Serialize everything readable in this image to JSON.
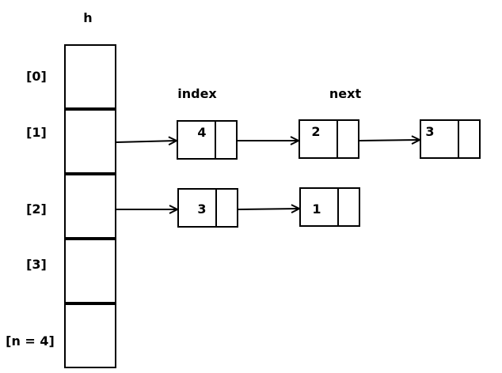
{
  "array": {
    "title": "h",
    "slot_labels": [
      "[0]",
      "[1]",
      "[2]",
      "[3]",
      "[n = 4]"
    ]
  },
  "column_labels": {
    "index": "index",
    "next": "next"
  },
  "chains": {
    "row1": {
      "slot": "[1]",
      "nodes": [
        "4",
        "2",
        "3"
      ]
    },
    "row2": {
      "slot": "[2]",
      "nodes": [
        "3",
        "1"
      ]
    }
  }
}
